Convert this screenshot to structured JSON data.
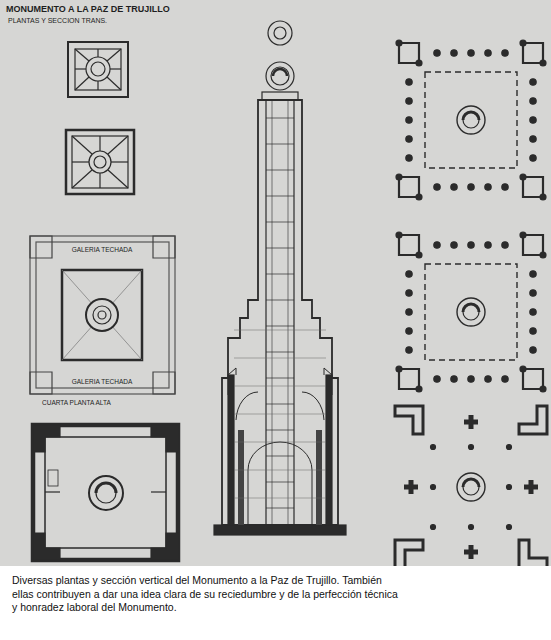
{
  "diagram": {
    "title": "MONUMENTO A LA PAZ DE TRUJILLO",
    "caption": "Diversas plantas y sección vertical del Monumento a la Paz de Trujillo. También ellas contribuyen a dar una idea clara de su reciedumbre y de la perfección técnica y honradez laboral del Monumento.",
    "labels": [
      "PLANTAS Y SECCION TRANS.",
      "GALERIA TECHADA",
      "GALERIA TECHADA",
      "CUARTA PLANTA ALTA"
    ]
  }
}
